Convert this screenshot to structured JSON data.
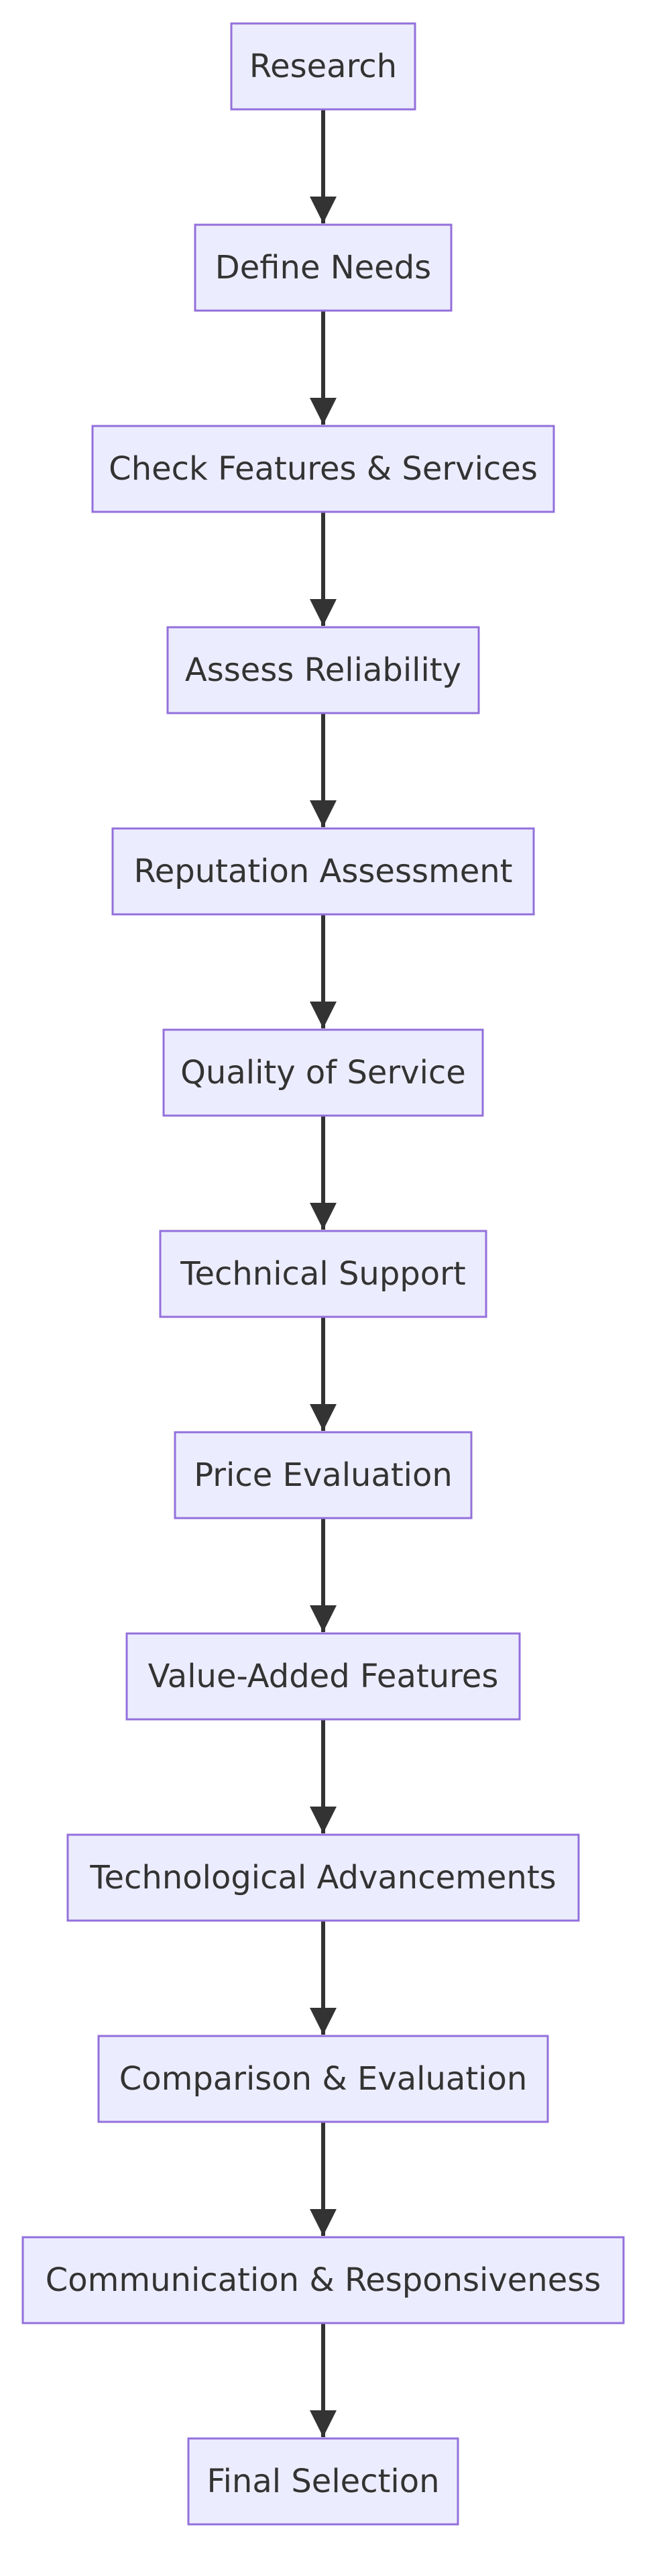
{
  "diagram": {
    "type": "flowchart",
    "direction": "top-to-bottom",
    "colors": {
      "node_fill": "#ECECFF",
      "node_stroke": "#9370DB",
      "edge": "#333333",
      "text": "#333333",
      "background": "#FFFFFF"
    },
    "nodes": [
      {
        "id": "n1",
        "label": "Research"
      },
      {
        "id": "n2",
        "label": "Define Needs"
      },
      {
        "id": "n3",
        "label": "Check Features & Services"
      },
      {
        "id": "n4",
        "label": "Assess Reliability"
      },
      {
        "id": "n5",
        "label": "Reputation Assessment"
      },
      {
        "id": "n6",
        "label": "Quality of Service"
      },
      {
        "id": "n7",
        "label": "Technical Support"
      },
      {
        "id": "n8",
        "label": "Price Evaluation"
      },
      {
        "id": "n9",
        "label": "Value-Added Features"
      },
      {
        "id": "n10",
        "label": "Technological Advancements"
      },
      {
        "id": "n11",
        "label": "Comparison & Evaluation"
      },
      {
        "id": "n12",
        "label": "Communication & Responsiveness"
      },
      {
        "id": "n13",
        "label": "Final Selection"
      }
    ],
    "edges": [
      {
        "from": "n1",
        "to": "n2"
      },
      {
        "from": "n2",
        "to": "n3"
      },
      {
        "from": "n3",
        "to": "n4"
      },
      {
        "from": "n4",
        "to": "n5"
      },
      {
        "from": "n5",
        "to": "n6"
      },
      {
        "from": "n6",
        "to": "n7"
      },
      {
        "from": "n7",
        "to": "n8"
      },
      {
        "from": "n8",
        "to": "n9"
      },
      {
        "from": "n9",
        "to": "n10"
      },
      {
        "from": "n10",
        "to": "n11"
      },
      {
        "from": "n11",
        "to": "n12"
      },
      {
        "from": "n12",
        "to": "n13"
      }
    ]
  }
}
